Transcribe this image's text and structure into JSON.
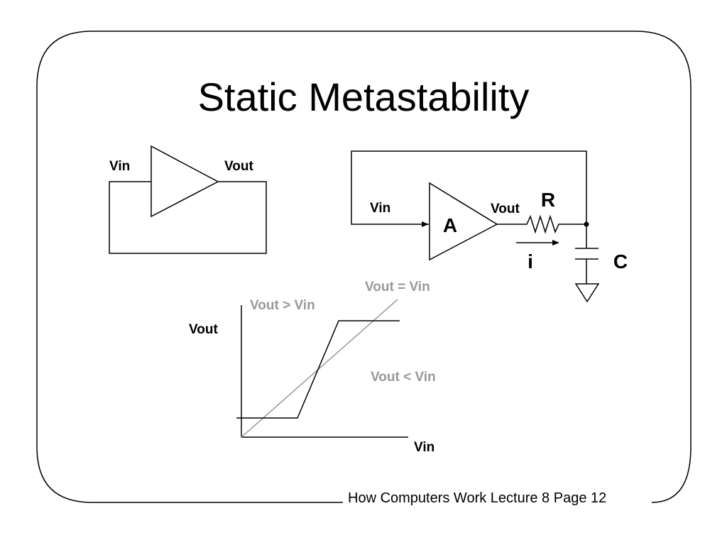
{
  "slide": {
    "title": "Static Metastability",
    "footer": "How Computers Work Lecture 8 Page 12"
  },
  "diagram_left": {
    "vin_label": "Vin",
    "vout_label": "Vout"
  },
  "diagram_right": {
    "vin_label": "Vin",
    "vout_label": "Vout",
    "amp_label": "A",
    "resistor_label": "R",
    "current_label": "i",
    "capacitor_label": "C"
  },
  "graph": {
    "y_axis_label": "Vout",
    "x_axis_label": "Vin",
    "line_label": "Vout = Vin",
    "region_above_label": "Vout > Vin",
    "region_below_label": "Vout < Vin"
  }
}
